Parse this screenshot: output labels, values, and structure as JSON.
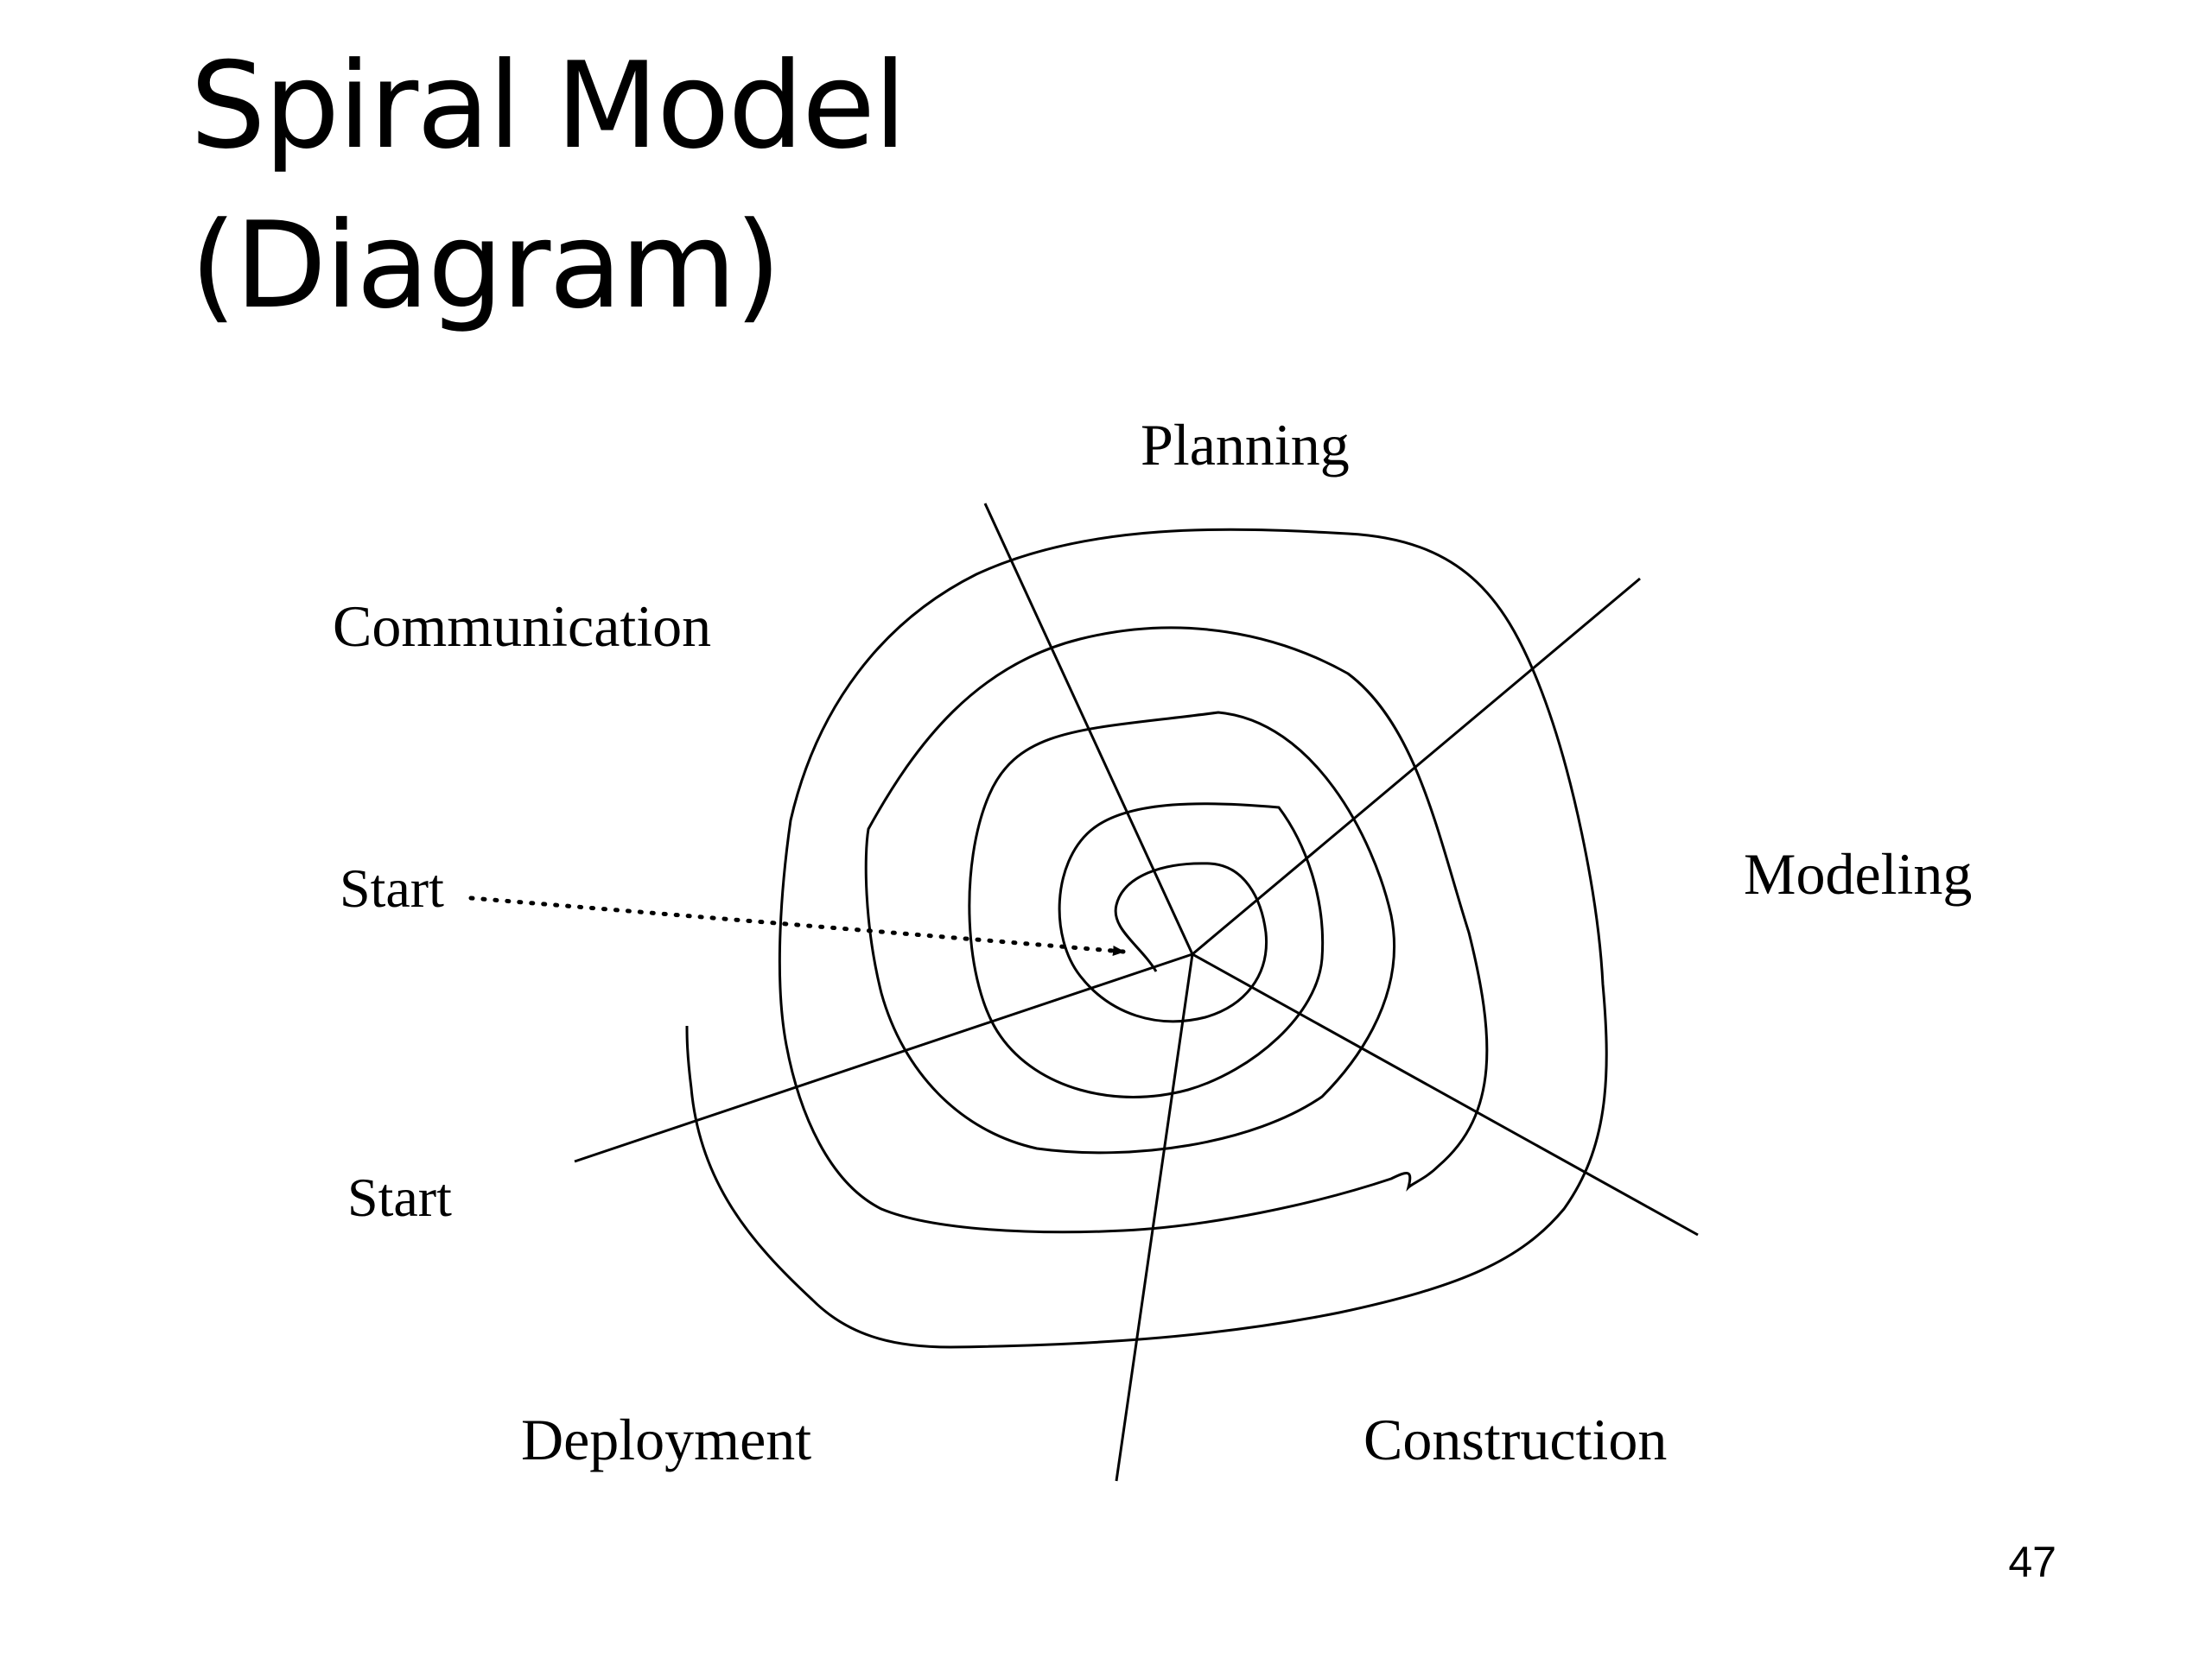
{
  "slide": {
    "title_line1": "Spiral Model",
    "title_line2": "(Diagram)",
    "page_number": "47"
  },
  "diagram": {
    "phases": {
      "planning": "Planning",
      "communication": "Communication",
      "modeling": "Modeling",
      "construction": "Construction",
      "deployment": "Deployment"
    },
    "start_labels": [
      "Start",
      "Start"
    ],
    "colors": {
      "stroke": "#000000",
      "background": "#ffffff"
    }
  }
}
